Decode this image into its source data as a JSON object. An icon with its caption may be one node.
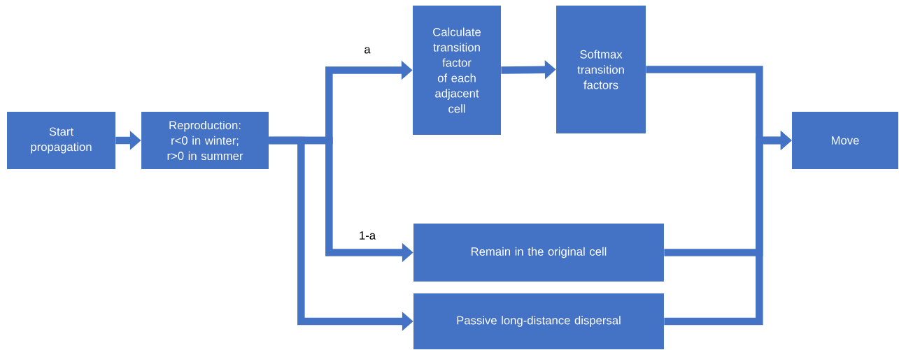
{
  "diagram": {
    "nodes": [
      {
        "text": [
          "Start propagation"
        ]
      },
      {
        "text": [
          "Reproduction: r<0 in winter; r>0 in summer"
        ]
      },
      {
        "text": [
          "Calculate transition factor of each adjacent cell"
        ]
      },
      {
        "text": [
          "Softmax transition factors"
        ]
      },
      {
        "text": [
          "Move"
        ]
      },
      {
        "text": [
          "Remain in the original cell"
        ]
      },
      {
        "text": [
          "Passive long-distance dispersal"
        ]
      }
    ],
    "edges": [
      {
        "from": 0,
        "to": 1,
        "arrow": "to"
      },
      {
        "from": 1,
        "to": 2,
        "arrow": "to",
        "label": "a"
      },
      {
        "from": 2,
        "to": 3,
        "arrow": "to"
      },
      {
        "from": 3,
        "to": 4,
        "arrow": "to"
      },
      {
        "from": 1,
        "to": 5,
        "arrow": "to",
        "label": "1-a"
      },
      {
        "from": 1,
        "to": 6,
        "arrow": "to"
      },
      {
        "from": 5,
        "to": 4,
        "arrow": "to"
      },
      {
        "from": 6,
        "to": 4,
        "arrow": "to"
      }
    ]
  }
}
